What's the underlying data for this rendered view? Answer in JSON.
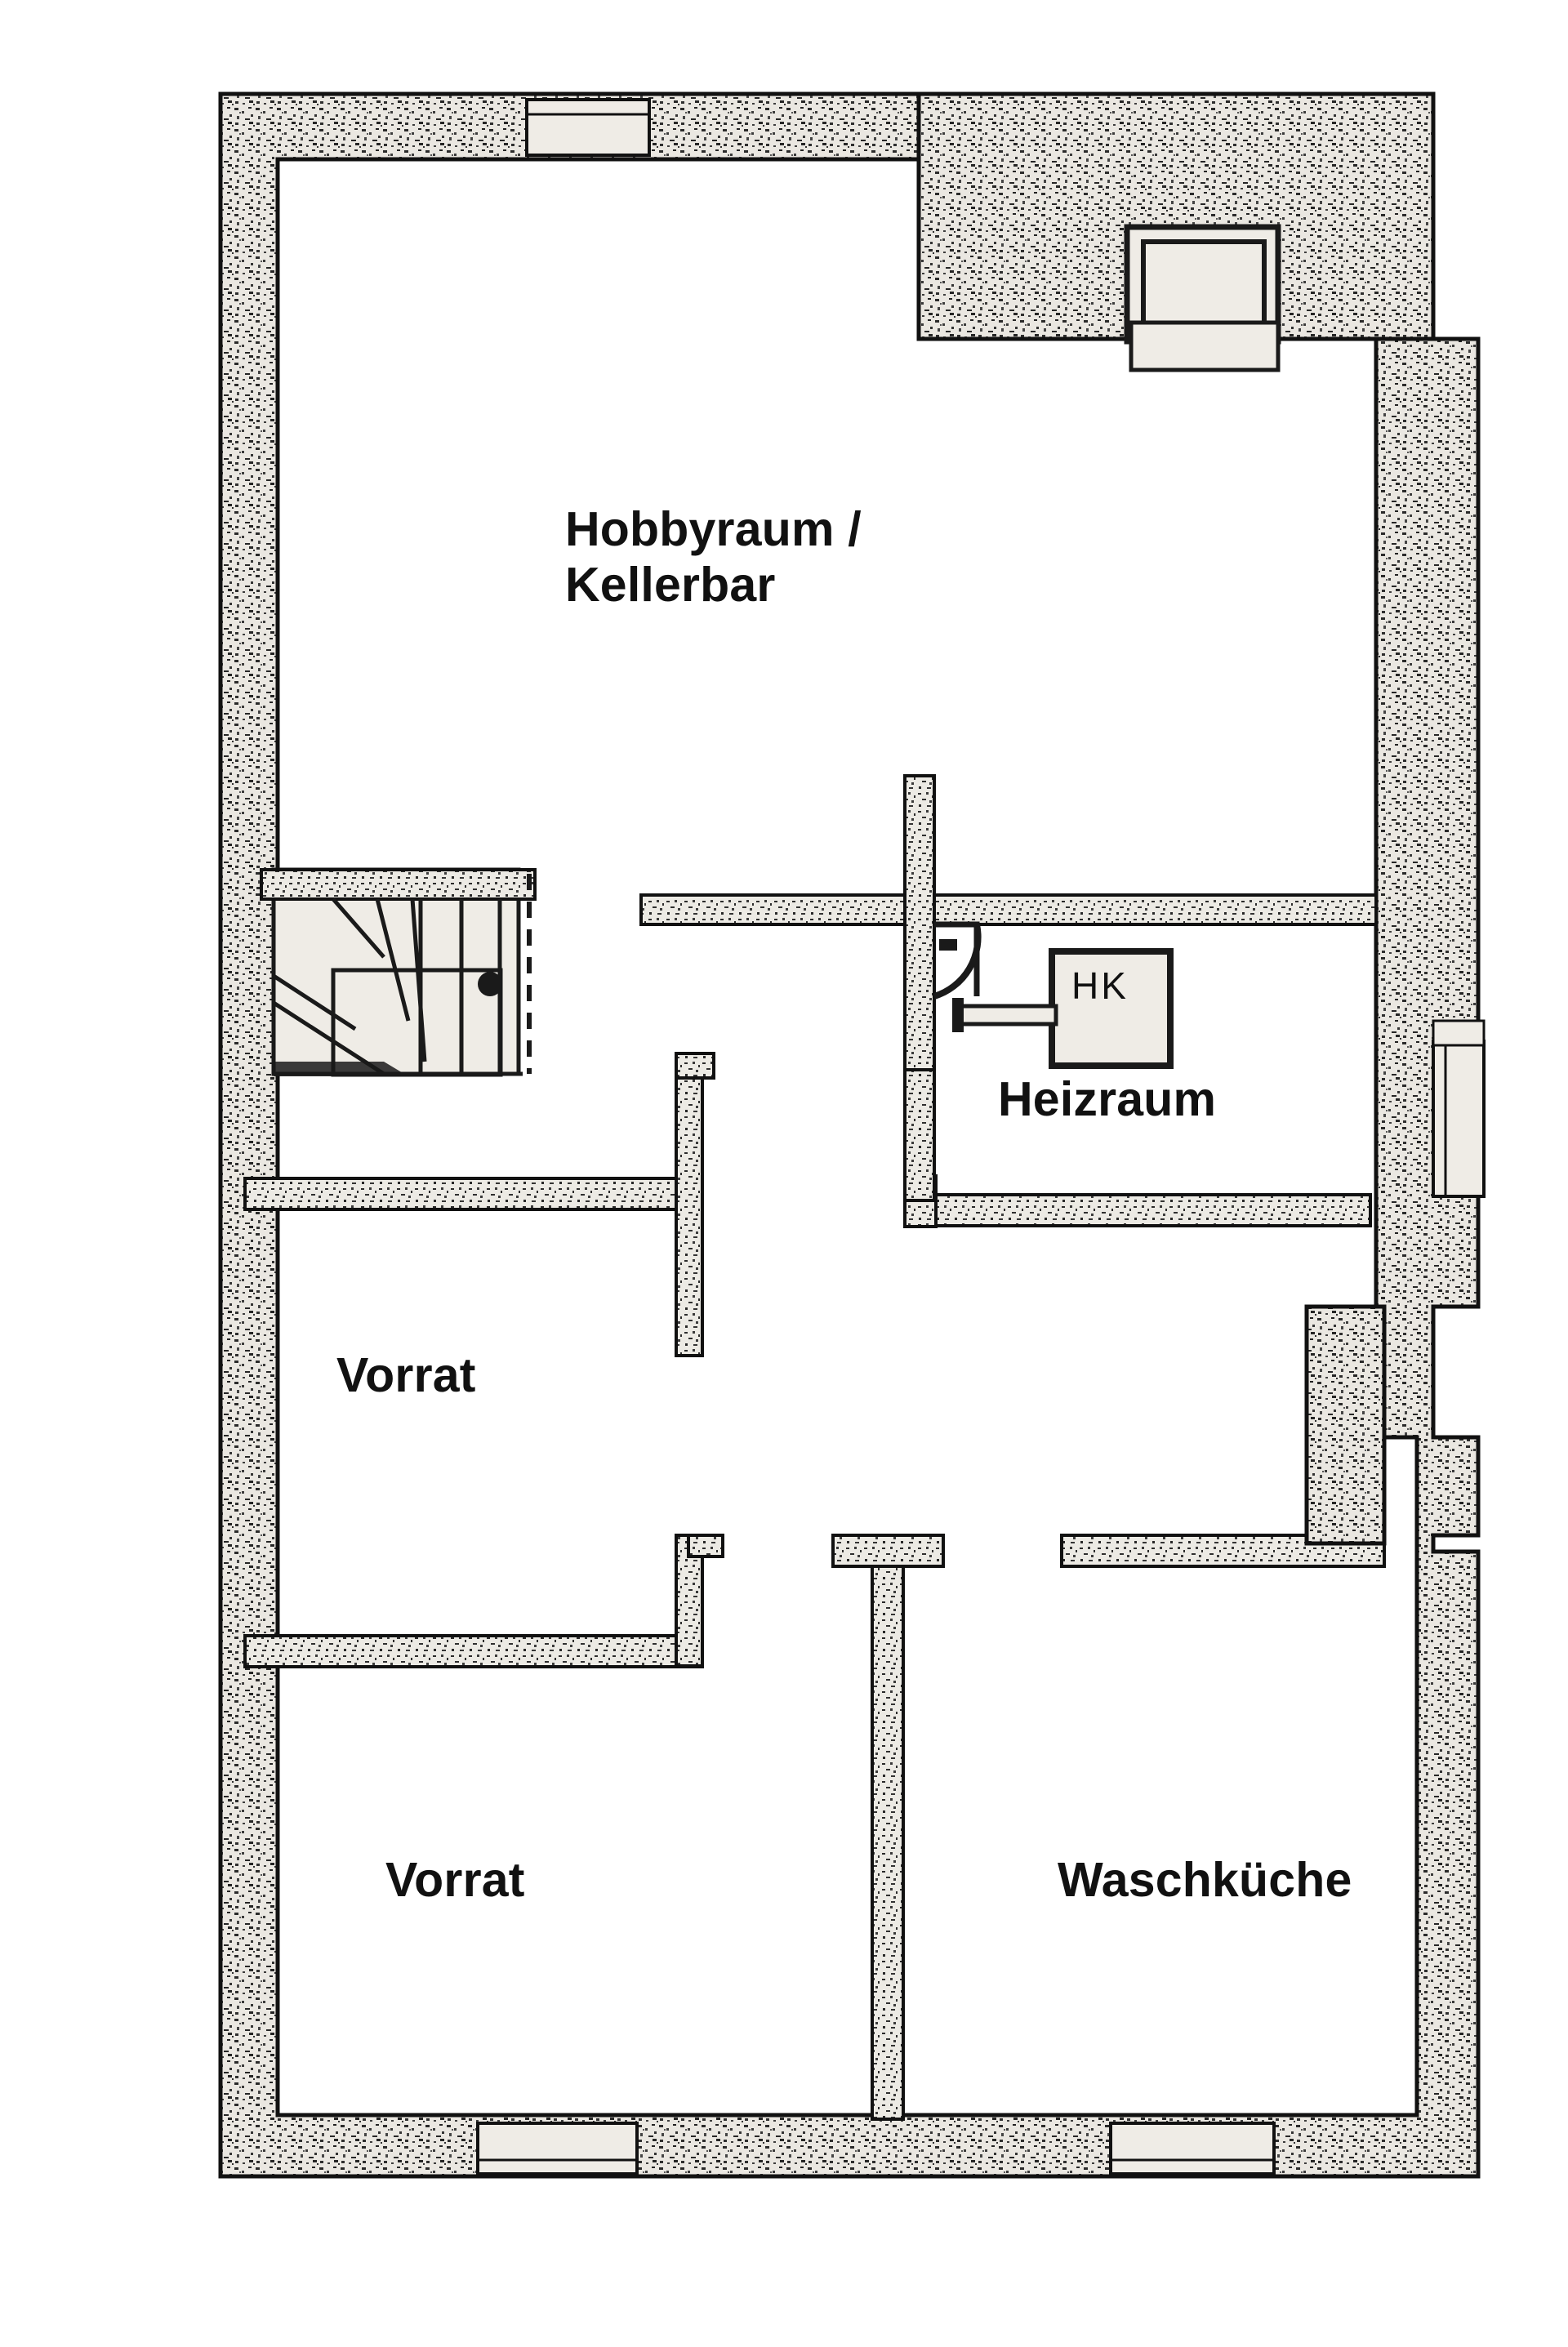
{
  "document": {
    "type": "architectural-floor-plan",
    "style": "scanned black-and-white line drawing",
    "background_color": "#ffffff",
    "wall_fill_color": "#e9e6e0",
    "wall_stroke_color": "#1a1a1a",
    "text_color": "#111111"
  },
  "rooms": [
    {
      "id": "hobbyraum",
      "label_line1": "Hobbyraum /",
      "label_line2": "Kellerbar",
      "label": "Hobbyraum / Kellerbar"
    },
    {
      "id": "heizraum",
      "label": "Heizraum"
    },
    {
      "id": "vorrat_1",
      "label": "Vorrat"
    },
    {
      "id": "vorrat_2",
      "label": "Vorrat"
    },
    {
      "id": "waschkueche",
      "label": "Waschküche"
    }
  ],
  "fixtures": [
    {
      "id": "heizkessel",
      "label": "HK",
      "description": "boiler / Heizkessel box with supply pipe"
    }
  ],
  "openings": [
    {
      "id": "window-top-left",
      "wall": "top",
      "type": "window"
    },
    {
      "id": "window-top-right",
      "wall": "top-right",
      "type": "light-well"
    },
    {
      "id": "window-right-heiz",
      "wall": "right",
      "type": "window"
    },
    {
      "id": "window-bottom-left",
      "wall": "bottom",
      "type": "window"
    },
    {
      "id": "window-bottom-right",
      "wall": "bottom",
      "type": "window"
    }
  ],
  "features": [
    {
      "id": "staircase",
      "type": "winder-staircase",
      "steps": 9
    }
  ]
}
